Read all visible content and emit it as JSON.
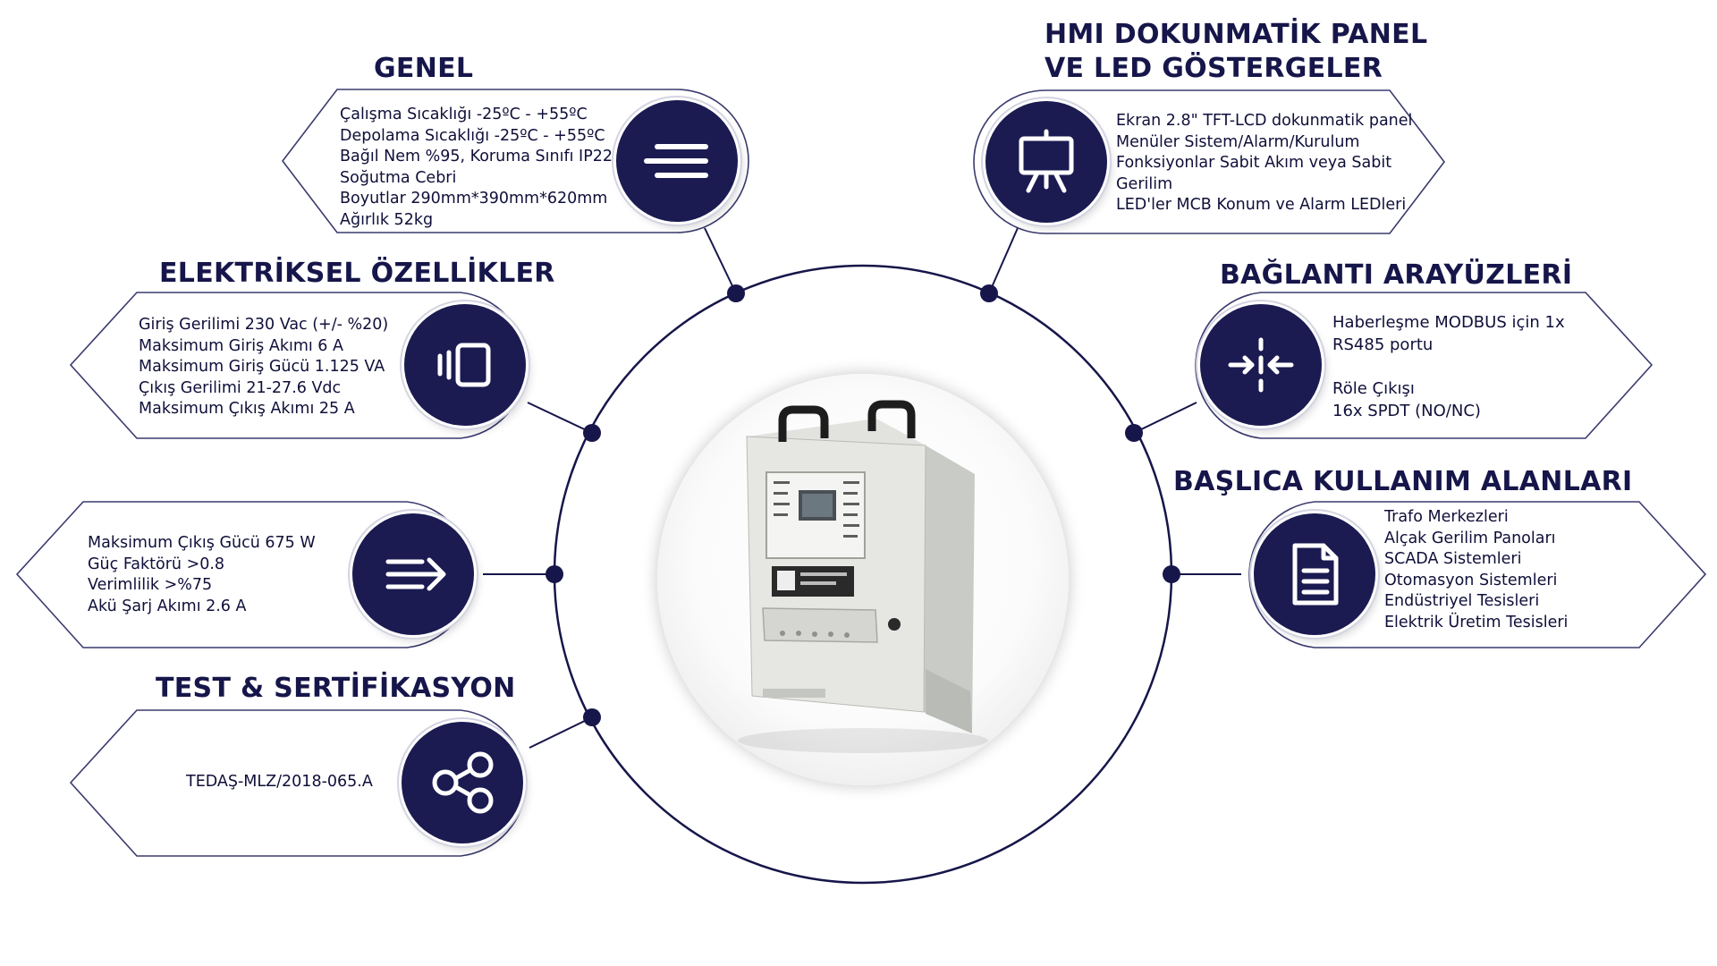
{
  "colors": {
    "navy": "#1b1b52",
    "card_border": "#3a3a6e",
    "text": "#0f0f3a"
  },
  "sections": {
    "genel": {
      "title": [
        "GENEL"
      ],
      "icon": "menu-lines-icon",
      "lines": [
        "Çalışma Sıcaklığı -25ºC - +55ºC",
        "Depolama Sıcaklığı -25ºC - +55ºC",
        "Bağıl Nem %95, Koruma Sınıfı IP22",
        "Soğutma Cebri",
        "Boyutlar 290mm*390mm*620mm",
        "Ağırlık 52kg"
      ]
    },
    "elektriksel": {
      "title": [
        "ELEKTRİKSEL ÖZELLİKLER"
      ],
      "icon": "device-vibrate-icon",
      "lines": [
        "Giriş Gerilimi 230 Vac (+/- %20)",
        "Maksimum Giriş Akımı 6 A",
        "Maksimum Giriş Gücü 1.125 VA",
        "Çıkış Gerilimi 21-27.6 Vdc",
        "Maksimum Çıkış Akımı 25 A"
      ]
    },
    "cikis": {
      "title": [],
      "icon": "lines-arrow-right-icon",
      "lines": [
        "Maksimum Çıkış Gücü 675 W",
        "Güç Faktörü >0.8",
        "Verimlilik >%75",
        "Akü Şarj Akımı 2.6 A"
      ]
    },
    "test": {
      "title": [
        "TEST & SERTİFİKASYON"
      ],
      "icon": "share-nodes-icon",
      "lines": [
        "TEDAŞ-MLZ/2018-065.A"
      ]
    },
    "hmi": {
      "title": [
        "HMI DOKUNMATİK PANEL",
        "VE LED GÖSTERGELER"
      ],
      "icon": "presentation-board-icon",
      "lines": [
        "Ekran 2.8\" TFT-LCD dokunmatik panel",
        "Menüler Sistem/Alarm/Kurulum",
        "Fonksiyonlar Sabit Akım veya Sabit",
        "Gerilim",
        "LED'ler MCB Konum ve Alarm LEDleri"
      ]
    },
    "baglanti": {
      "title": [
        "BAĞLANTI ARAYÜZLERİ"
      ],
      "icon": "arrows-inward-icon",
      "lines": [
        "Haberleşme MODBUS için 1x",
        "RS485 portu",
        "",
        "Röle Çıkışı",
        "16x SPDT (NO/NC)"
      ]
    },
    "kullanim": {
      "title": [
        "BAŞLICA KULLANIM ALANLARI"
      ],
      "icon": "document-icon",
      "lines": [
        "Trafo Merkezleri",
        "Alçak Gerilim Panoları",
        "SCADA Sistemleri",
        "Otomasyon Sistemleri",
        "Endüstriyel Tesisleri",
        "Elektrik Üretim Tesisleri"
      ]
    }
  }
}
